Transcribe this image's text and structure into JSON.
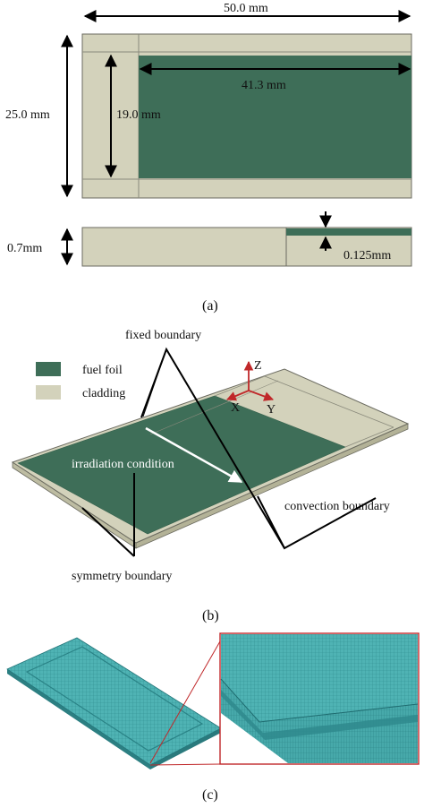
{
  "panel_a": {
    "dim_width": "50.0 mm",
    "dim_height": "25.0 mm",
    "dim_fuel_height": "19.0 mm",
    "dim_fuel_length": "41.3 mm",
    "dim_thickness": "0.7mm",
    "dim_fuel_thickness": "0.125mm",
    "caption": "(a)"
  },
  "panel_b": {
    "legend": [
      {
        "label": "fuel foil",
        "color": "#3e6e58"
      },
      {
        "label": "cladding",
        "color": "#d3d2bb"
      }
    ],
    "label_fixed": "fixed boundary",
    "label_irradiation": "irradiation condition",
    "label_convection": "convection  boundary",
    "label_symmetry": "symmetry boundary",
    "axis_x": "X",
    "axis_y": "Y",
    "axis_z": "Z",
    "caption": "(b)"
  },
  "panel_c": {
    "caption": "(c)"
  },
  "colors": {
    "fuel": "#3e6e58",
    "cladding": "#d3d2bb",
    "mesh": "#3aa7a8",
    "axis": "#c0282a",
    "zoom_frame": "#c0282a"
  }
}
